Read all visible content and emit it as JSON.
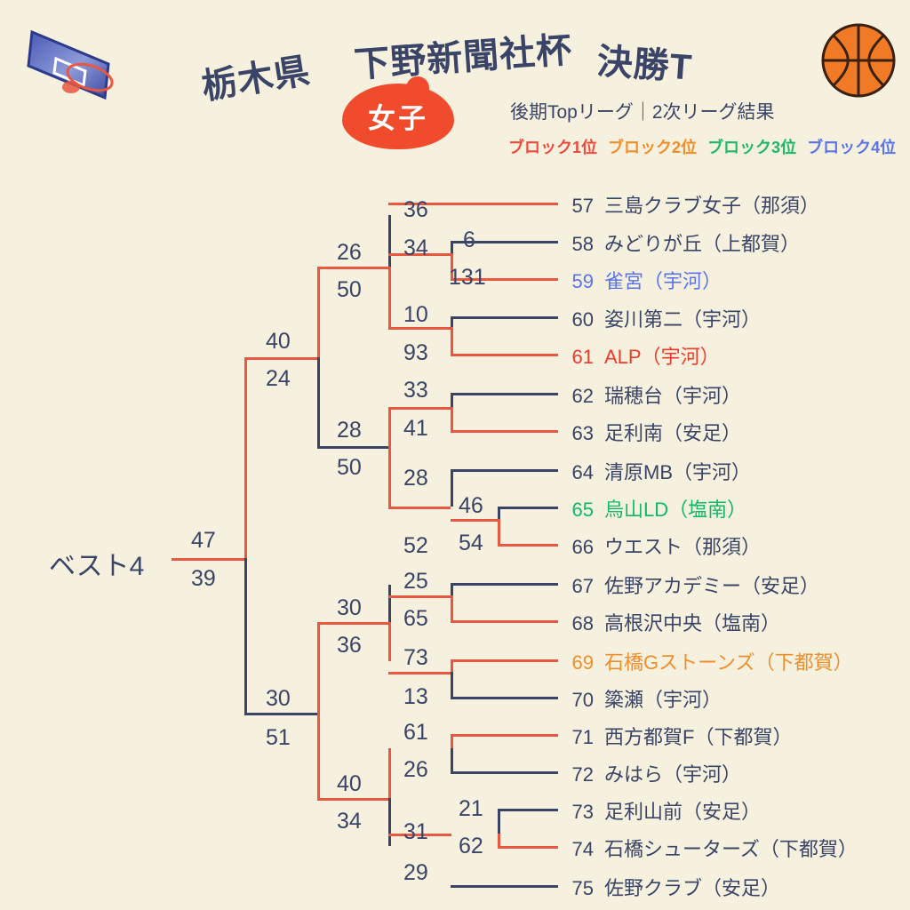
{
  "header": {
    "title_part1": "栃木県",
    "title_part2": "下野新聞社杯",
    "title_part3": "決勝T",
    "badge": "女子",
    "subtitle": "後期Topリーグ｜2次リーグ結果",
    "legend": [
      {
        "label": "ブロック1位",
        "color": "#ef4b3c"
      },
      {
        "label": "ブロック2位",
        "color": "#ef8f2c"
      },
      {
        "label": "ブロック3位",
        "color": "#1fb866"
      },
      {
        "label": "ブロック4位",
        "color": "#5b74e8"
      }
    ],
    "icons": {
      "left": "basketball-hoop-icon",
      "right": "basketball-icon"
    }
  },
  "bracket": {
    "final_label": "ベスト4",
    "colors": {
      "background": "#f6f0de",
      "winner_line": "#e8573f",
      "loser_line": "#3a4466",
      "text": "#3a4466"
    },
    "teams": [
      {
        "no": "57",
        "name": "三島クラブ女子（那須）",
        "rank": ""
      },
      {
        "no": "58",
        "name": "みどりが丘（上都賀）",
        "rank": ""
      },
      {
        "no": "59",
        "name": "雀宮（宇河）",
        "rank": "c4"
      },
      {
        "no": "60",
        "name": "姿川第二（宇河）",
        "rank": ""
      },
      {
        "no": "61",
        "name": "ALP（宇河）",
        "rank": "c1"
      },
      {
        "no": "62",
        "name": "瑞穂台（宇河）",
        "rank": ""
      },
      {
        "no": "63",
        "name": "足利南（安足）",
        "rank": ""
      },
      {
        "no": "64",
        "name": "清原MB（宇河）",
        "rank": ""
      },
      {
        "no": "65",
        "name": "烏山LD（塩南）",
        "rank": "c3"
      },
      {
        "no": "66",
        "name": "ウエスト（那須）",
        "rank": ""
      },
      {
        "no": "67",
        "name": "佐野アカデミー（安足）",
        "rank": ""
      },
      {
        "no": "68",
        "name": "高根沢中央（塩南）",
        "rank": ""
      },
      {
        "no": "69",
        "name": "石橋Gストーンズ（下都賀）",
        "rank": "c2"
      },
      {
        "no": "70",
        "name": "簗瀬（宇河）",
        "rank": ""
      },
      {
        "no": "71",
        "name": "西方都賀F（下都賀）",
        "rank": ""
      },
      {
        "no": "72",
        "name": "みはら（宇河）",
        "rank": ""
      },
      {
        "no": "73",
        "name": "足利山前（安足）",
        "rank": ""
      },
      {
        "no": "74",
        "name": "石橋シューターズ（下都賀）",
        "rank": ""
      },
      {
        "no": "75",
        "name": "佐野クラブ（安足）",
        "rank": ""
      }
    ],
    "scores": {
      "final_top": "47",
      "final_bottom": "39",
      "semi_upper_top": "40",
      "semi_upper_bottom": "24",
      "semi_lower_top": "30",
      "semi_lower_bottom": "51",
      "q1_top": "26",
      "q1_bottom": "50",
      "q2_top": "28",
      "q2_bottom": "50",
      "q3_top": "30",
      "q3_bottom": "36",
      "q4_top": "40",
      "q4_bottom": "34",
      "r1_a_top": "36",
      "r1_a_bottom": "34",
      "r1_b_top": "10",
      "r1_b_bottom": "93",
      "r1_c_top": "33",
      "r1_c_bottom": "41",
      "r1_d_top": "28",
      "r1_d_bottom": "52",
      "r1_e_top": "25",
      "r1_e_bottom": "65",
      "r1_f_top": "73",
      "r1_f_bottom": "13",
      "r1_g_top": "61",
      "r1_g_bottom": "26",
      "r1_h_top": "31",
      "r1_h_bottom": "29",
      "pre_top_top": "6",
      "pre_top_bottom": "131",
      "pre_mid_top": "46",
      "pre_mid_bottom": "54",
      "pre_bot_top": "21",
      "pre_bot_bottom": "62"
    }
  }
}
